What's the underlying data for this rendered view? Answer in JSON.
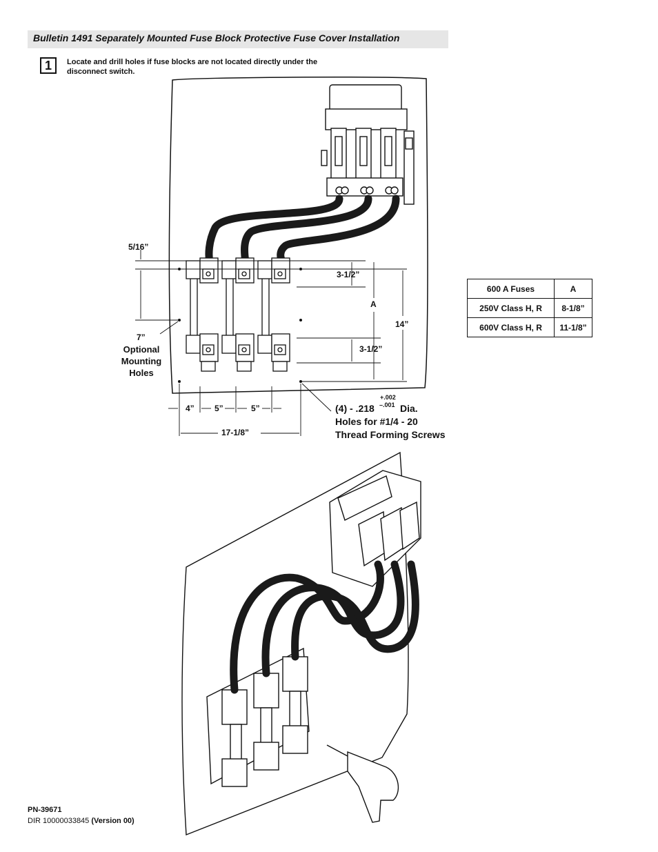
{
  "header": {
    "title": "Bulletin 1491 Separately Mounted Fuse Block Protective Fuse Cover Installation"
  },
  "step": {
    "number": "1",
    "text": "Locate and drill holes if fuse blocks are not located directly under the disconnect switch."
  },
  "dimensions": {
    "d_5_16": "5/16”",
    "d_3_1_2_top": "3-1/2”",
    "d_a": "A",
    "d_14": "14”",
    "d_7": "7”",
    "optional_holes": "Optional Mounting Holes",
    "d_3_1_2_bottom": "3-1/2”",
    "d_4": "4”",
    "d_5_a": "5”",
    "d_5_b": "5”",
    "d_17_1_8": "17-1/8”",
    "tol_plus": "+.002",
    "tol_minus": "–.001",
    "hole_prefix": "(4) - .218",
    "hole_dia": "Dia.",
    "hole_line2": "Holes for #1/4 - 20",
    "hole_line3": "Thread Forming Screws"
  },
  "fuse_table": {
    "header": [
      "600 A Fuses",
      "A"
    ],
    "rows": [
      [
        "250V Class H, R",
        "8-1/8”"
      ],
      [
        "600V Class H, R",
        "11-1/8”"
      ]
    ]
  },
  "footer": {
    "pn": "PN-39671",
    "dir": "DIR 10000033845",
    "version": "(Version 00)"
  }
}
